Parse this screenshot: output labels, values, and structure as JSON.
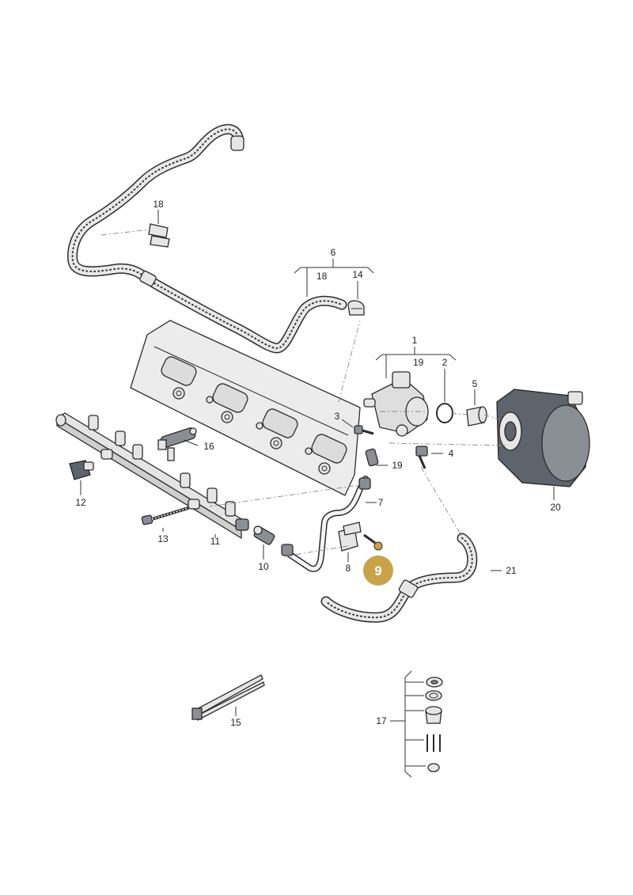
{
  "diagram": {
    "labels": {
      "p1": "1",
      "p2": "2",
      "p3": "3",
      "p4": "4",
      "p5": "5",
      "p6": "6",
      "p7": "7",
      "p8": "8",
      "p9": "9",
      "p10": "10",
      "p11": "11",
      "p12": "12",
      "p13": "13",
      "p14": "14",
      "p15": "15",
      "p16": "16",
      "p17": "17",
      "p18a": "18",
      "p18b": "18",
      "p19a": "19",
      "p19b": "19",
      "p20": "20",
      "p21": "21"
    },
    "highlight": {
      "part": "9",
      "color": "#c9a24a"
    }
  }
}
